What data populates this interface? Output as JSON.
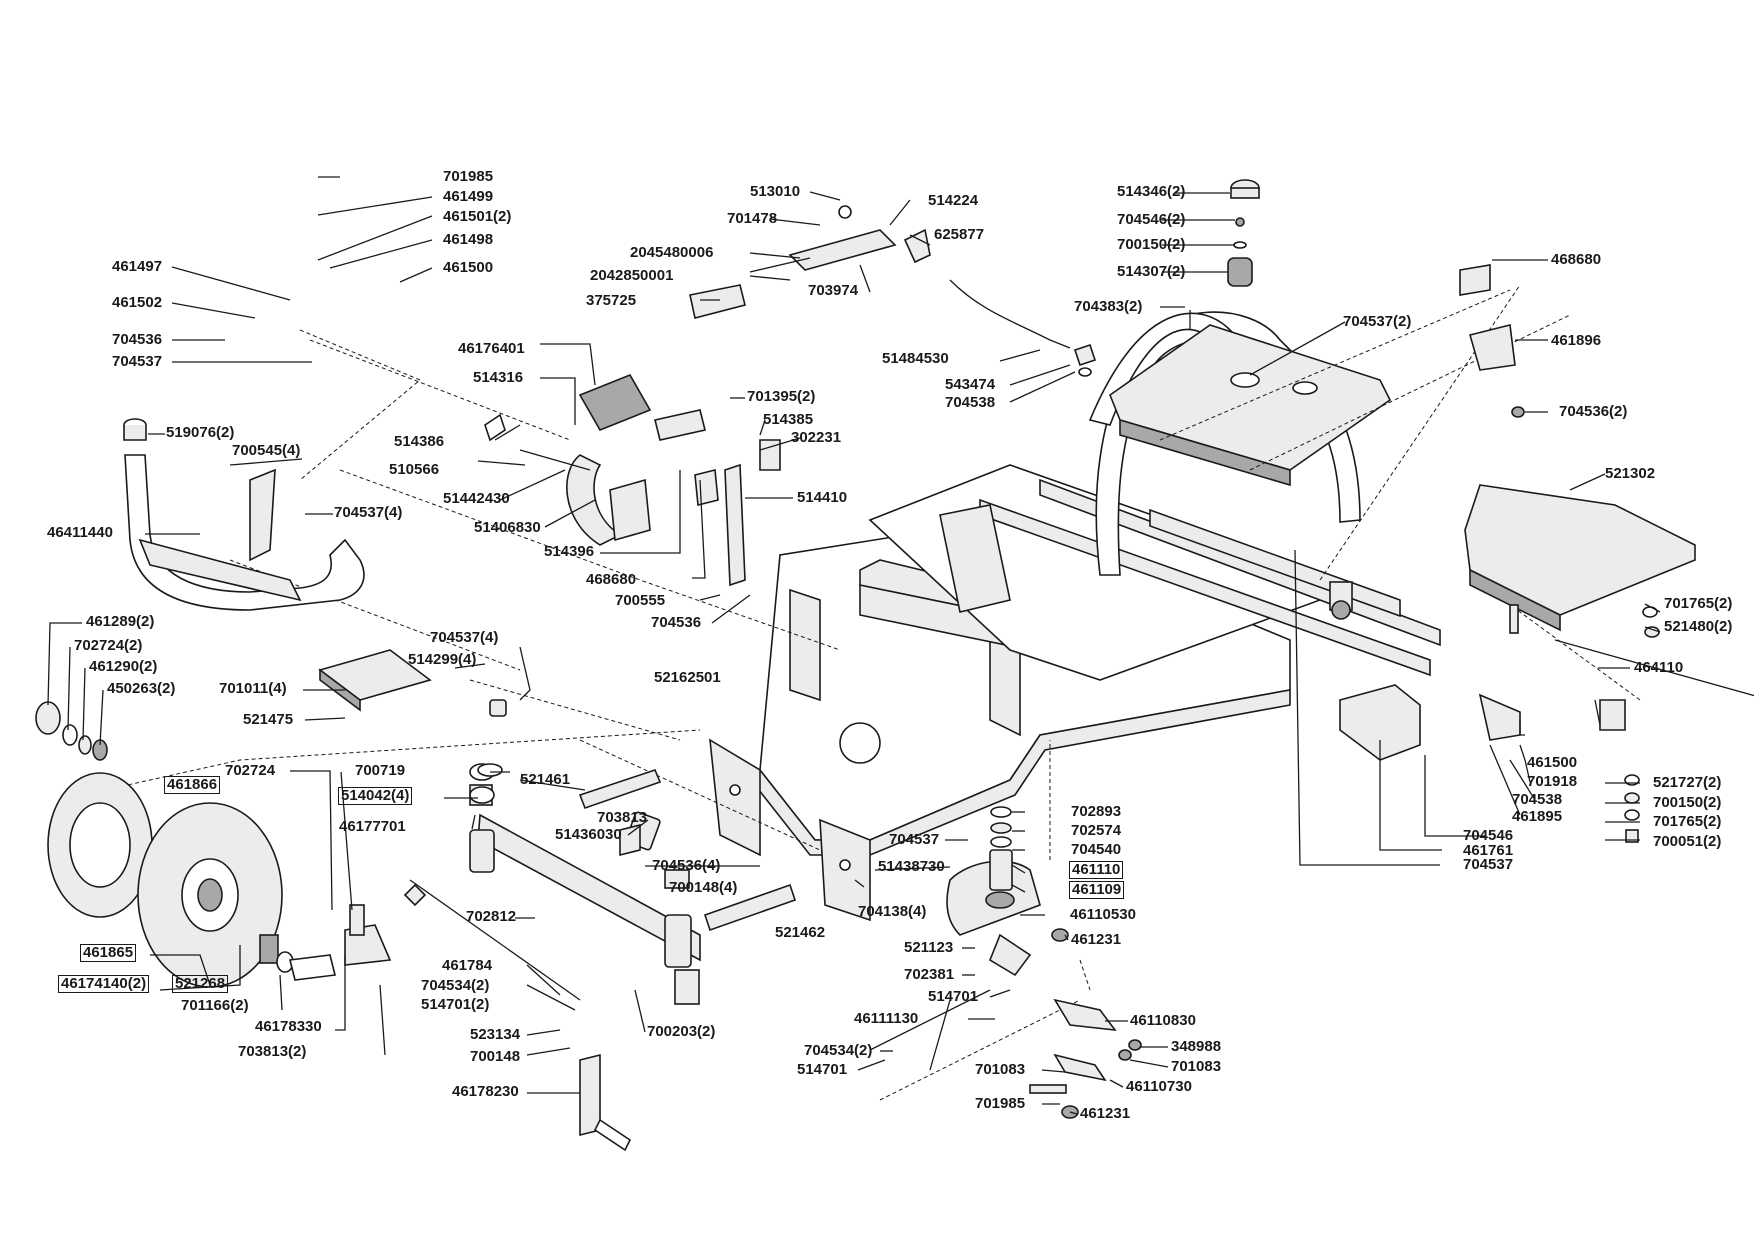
{
  "labels": {
    "p701985a": "701985",
    "p461499": "461499",
    "p461501": "461501(2)",
    "p461498": "461498",
    "p461497": "461497",
    "p461500a": "461500",
    "p461502": "461502",
    "p704536a": "704536",
    "p704537a": "704537",
    "p519076": "519076(2)",
    "p700545": "700545(4)",
    "p704537b": "704537(4)",
    "p46411440": "46411440",
    "p461289": "461289(2)",
    "p702724b": "702724(2)",
    "p461290": "461290(2)",
    "p450263": "450263(2)",
    "p701011": "701011(4)",
    "p521475": "521475",
    "p704537c": "704537(4)",
    "p514299": "514299(4)",
    "p702724": "702724",
    "p461866": "461866",
    "p700719": "700719",
    "p514042": "514042(4)",
    "p46177701": "46177701",
    "p521461": "521461",
    "p703813a": "703813",
    "p51436030": "51436030",
    "p704536b": "704536(4)",
    "p700148b": "700148(4)",
    "p521462": "521462",
    "p461865": "461865",
    "p46174140": "46174140(2)",
    "p521268": "521268",
    "p701166": "701166(2)",
    "p46178330": "46178330",
    "p703813b": "703813(2)",
    "p702812": "702812",
    "p461784": "461784",
    "p704534a": "704534(2)",
    "p514701a": "514701(2)",
    "p523134": "523134",
    "p700148a": "700148",
    "p46178230": "46178230",
    "p700203": "700203(2)",
    "p513010": "513010",
    "p514224": "514224",
    "p701478": "701478",
    "p625877": "625877",
    "p2045480006": "2045480006",
    "p2042850001": "2042850001",
    "p703974": "703974",
    "p375725": "375725",
    "p51484530": "51484530",
    "p543474": "543474",
    "p704538a": "704538",
    "p46176401": "46176401",
    "p514316": "514316",
    "p514386": "514386",
    "p510566": "510566",
    "p51442430": "51442430",
    "p51406830": "51406830",
    "p514396": "514396",
    "p468680a": "468680",
    "p700555": "700555",
    "p704536c": "704536",
    "p701395": "701395(2)",
    "p514385": "514385",
    "p302231": "302231",
    "p514410": "514410",
    "p52162501": "52162501",
    "p514346": "514346(2)",
    "p704546a": "704546(2)",
    "p700150a": "700150(2)",
    "p514307": "514307(2)",
    "p704383": "704383(2)",
    "p704537d": "704537(2)",
    "p468680b": "468680",
    "p461896": "461896",
    "p704536d": "704536(2)",
    "p521302": "521302",
    "p701765a": "701765(2)",
    "p521480": "521480(2)",
    "p464110": "464110",
    "p461500b": "461500",
    "p701918": "701918",
    "p704538b": "704538",
    "p461895": "461895",
    "p704546b": "704546",
    "p461761": "461761",
    "p704537e": "704537",
    "p521727": "521727(2)",
    "p700150b": "700150(2)",
    "p701765b": "701765(2)",
    "p700051": "700051(2)",
    "p702893": "702893",
    "p702574": "702574",
    "p704540": "704540",
    "p461110": "461110",
    "p461109": "461109",
    "p704537f": "704537",
    "p51438730": "51438730",
    "p704138": "704138(4)",
    "p46110530": "46110530",
    "p461231a": "461231",
    "p521123": "521123",
    "p702381": "702381",
    "p514701b": "514701",
    "p46111130": "46111130",
    "p704534b": "704534(2)",
    "p514701c": "514701",
    "p46110830": "46110830",
    "p348988": "348988",
    "p701083a": "701083",
    "p701083b": "701083",
    "p46110730": "46110730",
    "p701985b": "701985",
    "p461231b": "461231"
  },
  "colors": {
    "ink": "#1a1a1a",
    "part_fill": "#e6e6e6",
    "part_shade": "#9a9a9a",
    "paper": "#ffffff"
  }
}
